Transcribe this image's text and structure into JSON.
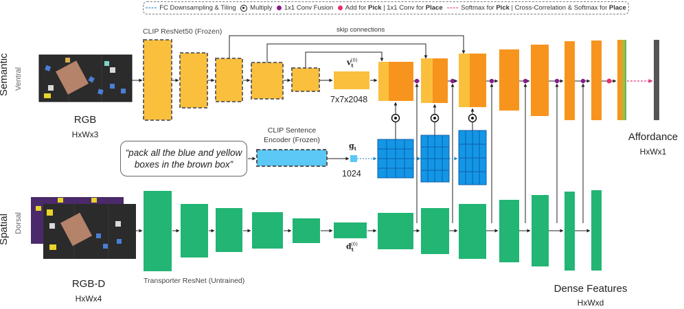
{
  "legend": {
    "fc": "FC Downsampling & Tiling",
    "multiply": "Multiply",
    "conv_fusion": "1x1 Conv Fusion",
    "add_pre": "Add for ",
    "add_pick": "Pick",
    "add_mid": " | 1x1 Conv for ",
    "add_place": "Place",
    "soft_pre": "Softmax for ",
    "soft_pick": "Pick",
    "soft_mid": " | Cross-Correlation & Softmax for ",
    "soft_place": "Place"
  },
  "labels": {
    "clip_resnet": "CLIP ResNet50 (Frozen)",
    "skip": "skip connections",
    "semantic": "Semantic",
    "ventral": "Ventral",
    "spatial": "Spatial",
    "dorsal": "Dorsal",
    "rgb": "RGB",
    "rgb_dim": "HxWx3",
    "rgbd": "RGB-D",
    "rgbd_dim": "HxWx4",
    "v_sym": "v",
    "v_sub": "t",
    "v_sup": "(0)",
    "v_dim": "7x7x2048",
    "g_sym": "g",
    "g_sub": "t",
    "g_dim": "1024",
    "d_sym": "d",
    "d_sub": "t",
    "d_sup": "(0)",
    "sentence_enc_1": "CLIP Sentence",
    "sentence_enc_2": "Encoder (Frozen)",
    "lang_1": "“pack all the blue and yellow",
    "lang_2": "boxes in the brown box”",
    "transporter": "Transporter ResNet (Untrained)",
    "affordance": "Affordance",
    "affordance_dim": "HxWx1",
    "dense": "Dense Features",
    "dense_dim": "HxWxd"
  },
  "colors": {
    "clip_block": "#fbbf3e",
    "semantic_block": "#f7941d",
    "semantic_block_light": "#fbbf3e",
    "spatial_block": "#22b574",
    "text_encoder": "#5bc8f5",
    "grid": "#1496e6",
    "fusion_dot": "#8a1a8c",
    "add_dot": "#e8306a",
    "softmax_line": "#e0357e",
    "fc_line": "#1a86c8",
    "output": "#555555"
  }
}
